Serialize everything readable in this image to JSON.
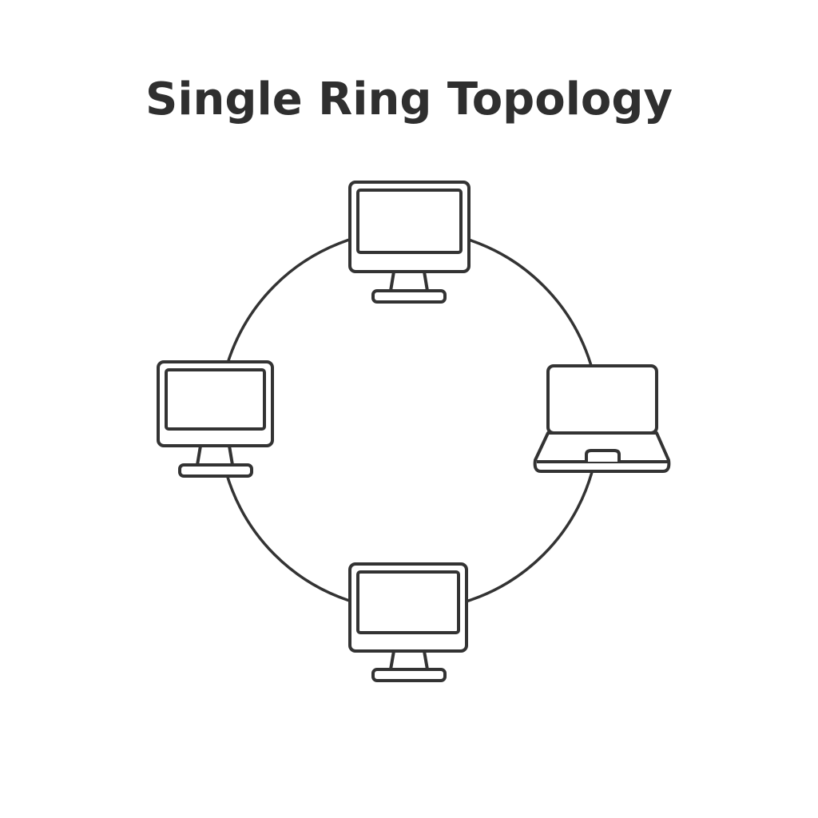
{
  "title": "Single Ring Topology",
  "nodes": [
    {
      "type": "desktop-monitor",
      "position": "top"
    },
    {
      "type": "laptop",
      "position": "right"
    },
    {
      "type": "desktop-monitor",
      "position": "bottom"
    },
    {
      "type": "desktop-monitor",
      "position": "left"
    }
  ],
  "colors": {
    "stroke": "#333333",
    "background": "#ffffff"
  }
}
